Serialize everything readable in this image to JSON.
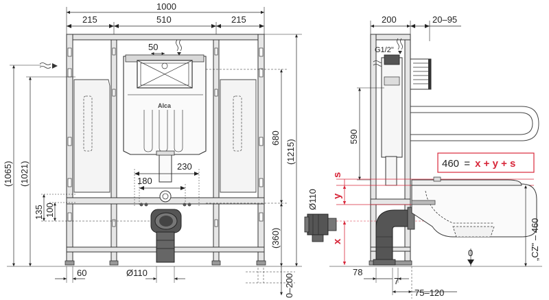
{
  "front": {
    "total_width": "1000",
    "seg_left": "215",
    "seg_mid": "510",
    "seg_right": "215",
    "d50": "50",
    "d230": "230",
    "d180": "180",
    "d135": "135",
    "d100": "100",
    "h1065": "(1065)",
    "h1021": "(1021)",
    "h680": "680",
    "h1215": "(1215)",
    "h360": "(360)",
    "foot60": "60",
    "pipe110": "Ø110",
    "floor_offset": "0–200",
    "brand": "Alca"
  },
  "side": {
    "depth200": "200",
    "range2095": "20–95",
    "thread": "G1/2\"",
    "d590": "590",
    "pipe110": "Ø110",
    "label_s": "s",
    "label_y": "y",
    "label_x": "x",
    "formula_value": "460",
    "formula_eq": "=",
    "formula_expr": "x + y + s",
    "cz_label": "„CZ\" – 460",
    "zero": "0",
    "d78": "78",
    "d7": "7",
    "range75120": "75–120"
  },
  "colors": {
    "accent": "#d8273a",
    "frame_fill": "#eaeaea",
    "frame_stroke": "#333333"
  }
}
